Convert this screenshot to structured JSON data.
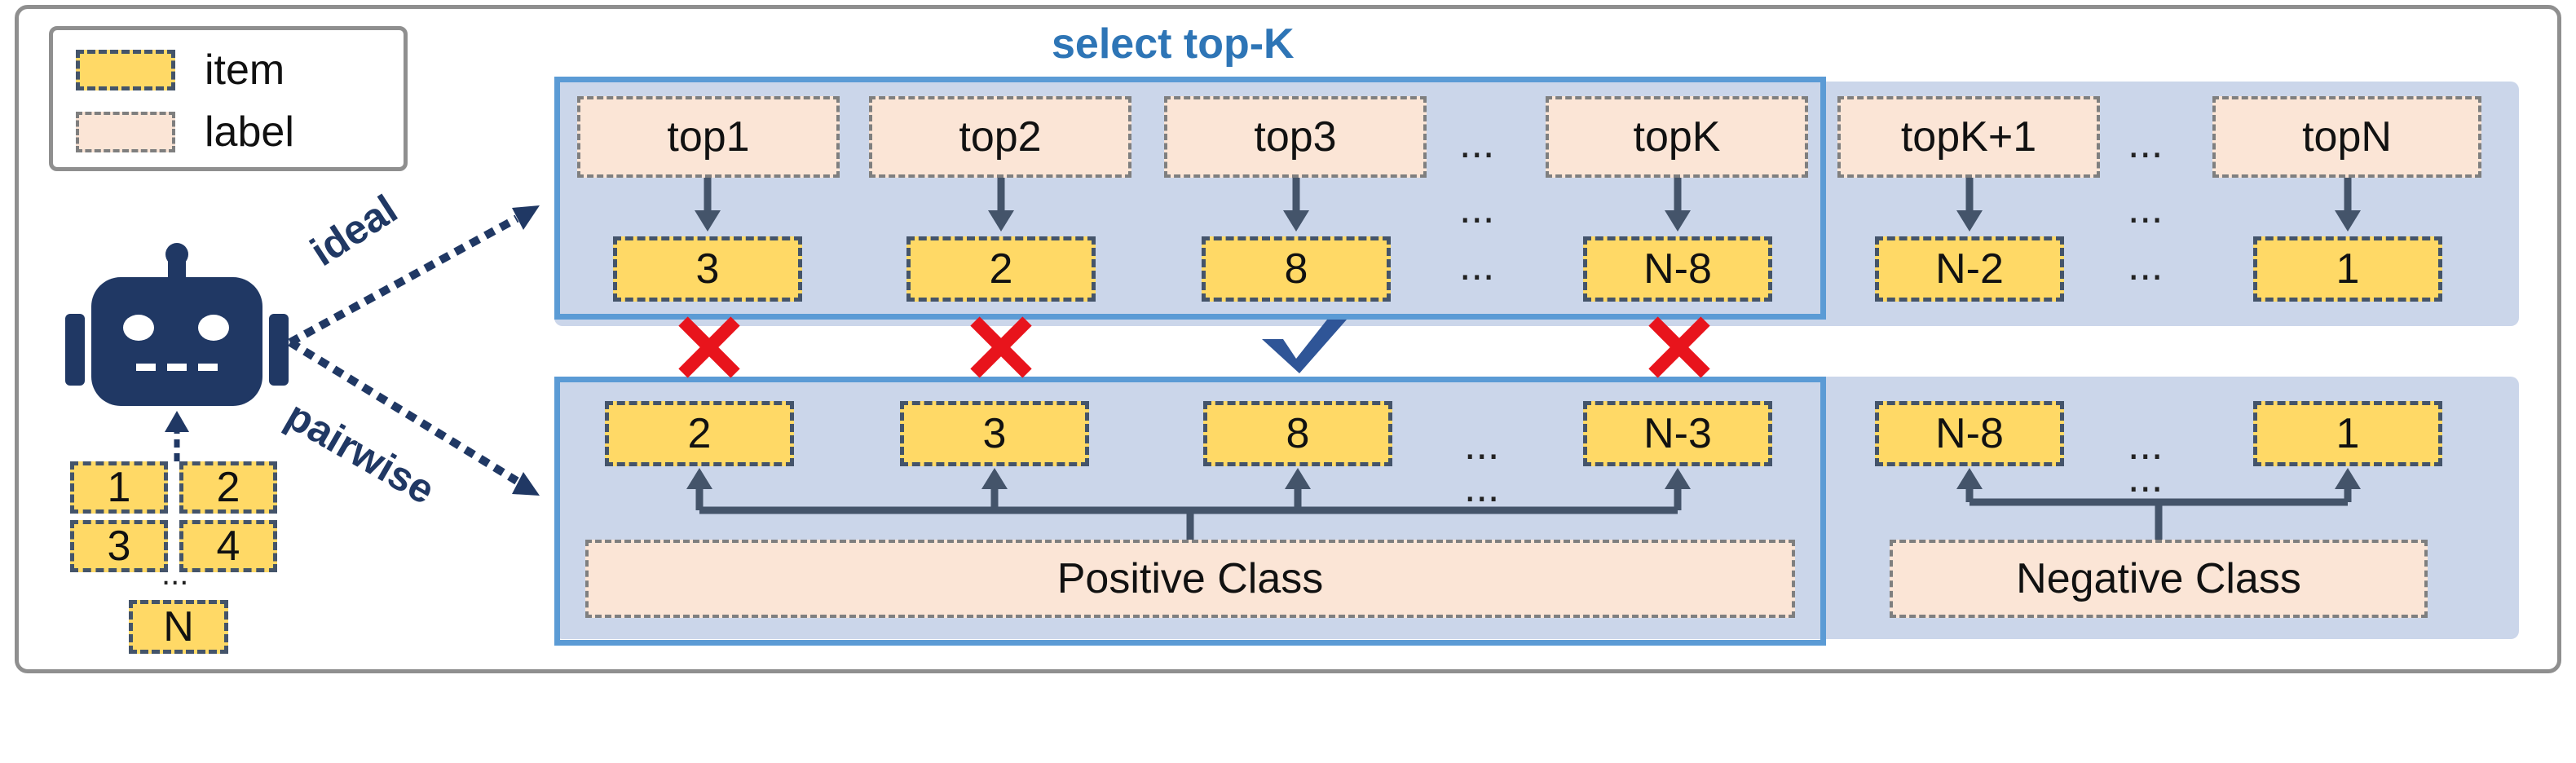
{
  "legend": {
    "item_label": "item",
    "label_label": "label"
  },
  "select_title": "select top-K",
  "arrows": {
    "ideal": "ideal",
    "pairwise": "pairwise"
  },
  "input_items": [
    "1",
    "2",
    "3",
    "4",
    "N"
  ],
  "input_ellipsis": "...",
  "ideal_row": {
    "labels": [
      "top1",
      "top2",
      "top3",
      "topK"
    ],
    "items": [
      "3",
      "2",
      "8",
      "N-8"
    ],
    "rest_labels": [
      "topK+1",
      "topN"
    ],
    "rest_items": [
      "N-2",
      "1"
    ],
    "ellipsis": "..."
  },
  "marks": [
    "cross",
    "cross",
    "check",
    "cross"
  ],
  "pairwise_row": {
    "positive_items": [
      "2",
      "3",
      "8",
      "N-3"
    ],
    "negative_items": [
      "N-8",
      "1"
    ],
    "positive_class": "Positive Class",
    "negative_class": "Negative Class",
    "ellipsis": "..."
  },
  "colors": {
    "item_fill": "#ffd966",
    "label_fill": "#fbe5d6",
    "band_fill": "#cbd6ea",
    "select_border": "#5b9bd5",
    "arrow": "#44546a",
    "robot": "#203864",
    "cross": "#e8141c",
    "check": "#2f5597"
  }
}
